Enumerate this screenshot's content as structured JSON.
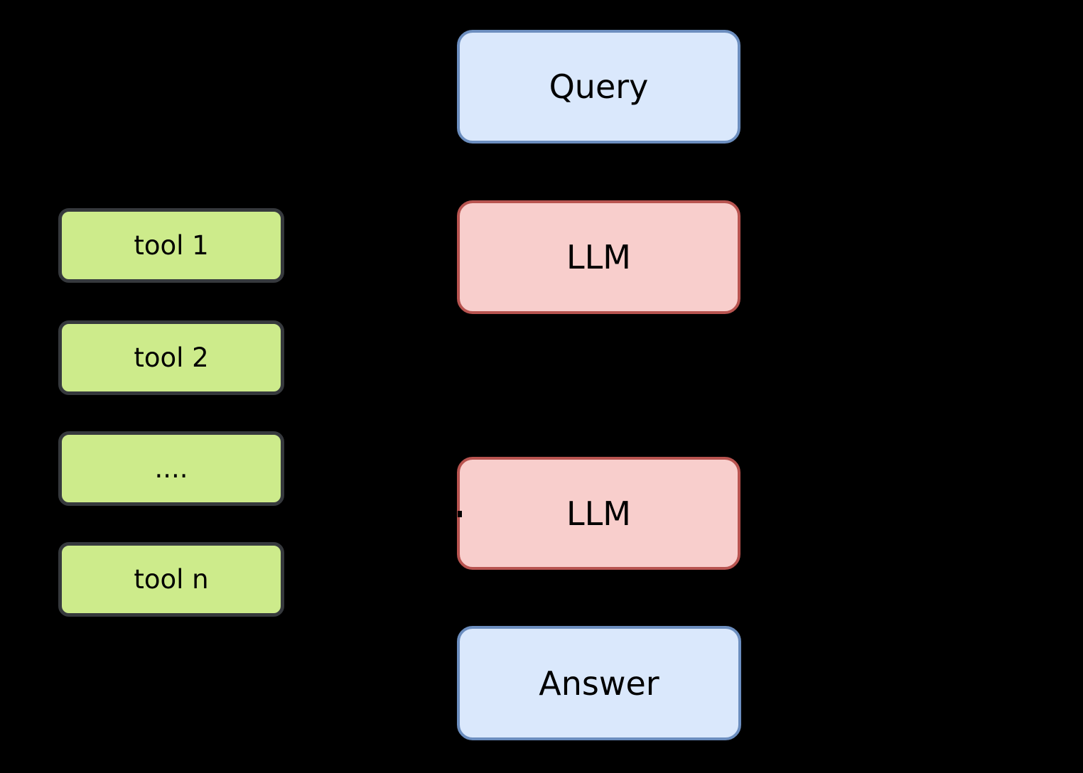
{
  "canvas": {
    "background_color": "#000000",
    "text_color": "#000000"
  },
  "flow_column": {
    "style": {
      "blue_fill": "#dae8fc",
      "blue_stroke": "#6c8ebf",
      "red_fill": "#f8cecc",
      "red_stroke": "#b85450"
    },
    "nodes": [
      {
        "id": "query",
        "label": "Query",
        "color": "blue"
      },
      {
        "id": "llm-1",
        "label": "LLM",
        "color": "red"
      },
      {
        "id": "llm-2",
        "label": "LLM",
        "color": "red"
      },
      {
        "id": "answer",
        "label": "Answer",
        "color": "blue"
      }
    ]
  },
  "tools_column": {
    "style": {
      "fill": "#cdeb8b",
      "stroke": "#36393d"
    },
    "nodes": [
      {
        "id": "tool-1",
        "label": "tool 1"
      },
      {
        "id": "tool-2",
        "label": "tool 2"
      },
      {
        "id": "tool-ellipsis",
        "label": "...."
      },
      {
        "id": "tool-n",
        "label": "tool n"
      }
    ]
  }
}
